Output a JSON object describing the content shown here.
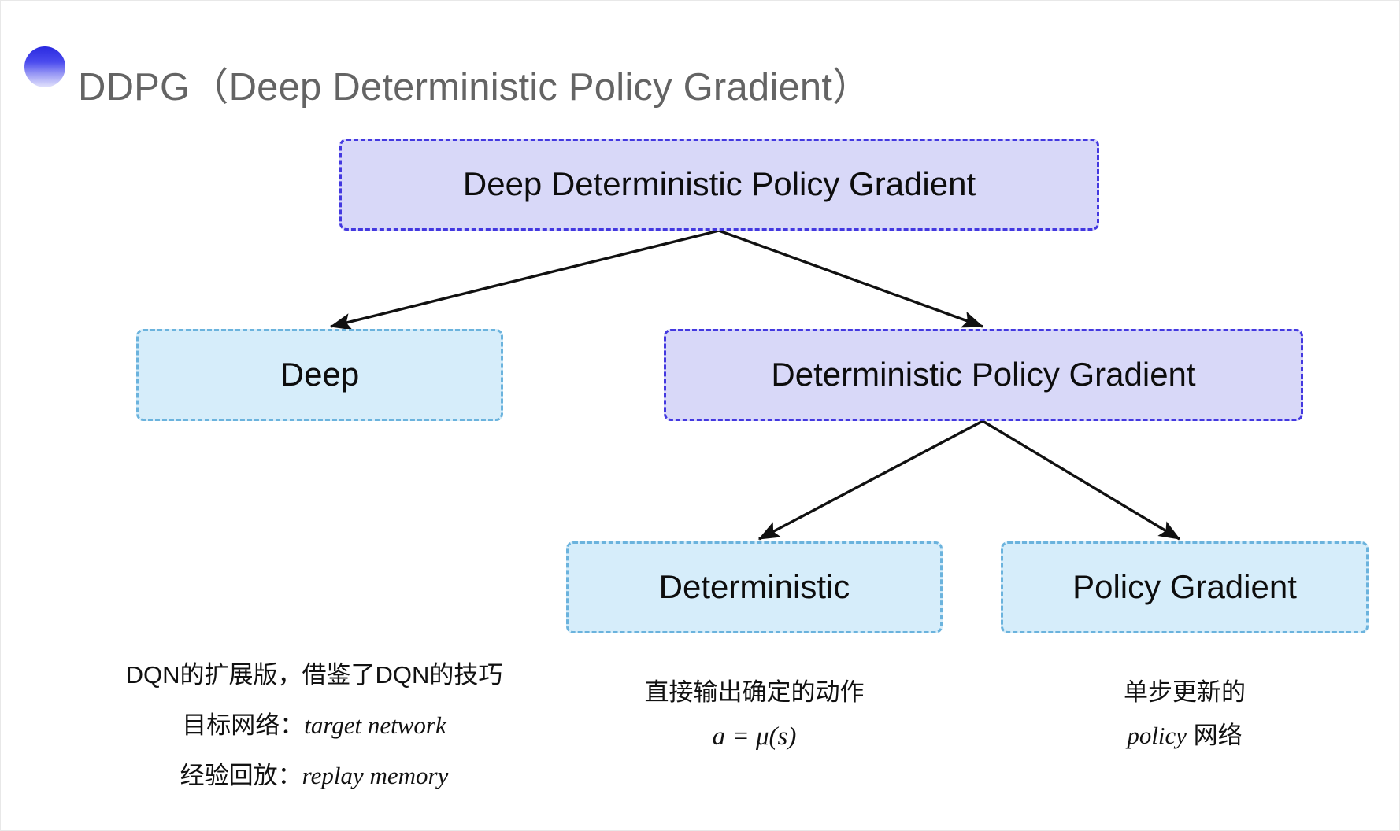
{
  "slide": {
    "title": "DDPG（Deep Deterministic Policy Gradient）",
    "accent_icon": "gradient-circle-bullet",
    "background_color": "#ffffff"
  },
  "colors": {
    "purple_fill": "#d8d8f8",
    "purple_border": "#4338e0",
    "cyan_fill": "#d6edfa",
    "cyan_border": "#6bb3dd",
    "title_text": "#646464",
    "body_text": "#111111",
    "arrow": "#111111"
  },
  "diagram": {
    "type": "tree",
    "nodes": [
      {
        "id": "root",
        "label": "Deep Deterministic Policy Gradient",
        "style": "purple",
        "level": 0
      },
      {
        "id": "deep",
        "label": "Deep",
        "style": "cyan",
        "level": 1
      },
      {
        "id": "dpg",
        "label": "Deterministic Policy Gradient",
        "style": "purple",
        "level": 1
      },
      {
        "id": "det",
        "label": "Deterministic",
        "style": "cyan",
        "level": 2
      },
      {
        "id": "pg",
        "label": "Policy Gradient",
        "style": "cyan",
        "level": 2
      }
    ],
    "edges": [
      {
        "from": "root",
        "to": "deep"
      },
      {
        "from": "root",
        "to": "dpg"
      },
      {
        "from": "dpg",
        "to": "det"
      },
      {
        "from": "dpg",
        "to": "pg"
      }
    ]
  },
  "captions": {
    "deep": {
      "line1": "DQN的扩展版，借鉴了DQN的技巧",
      "line2_label": "目标网络：",
      "line2_term": "target network",
      "line3_label": "经验回放：",
      "line3_term": "replay memory"
    },
    "deterministic": {
      "line1": "直接输出确定的动作",
      "formula": "a = μ(s)"
    },
    "policy_gradient": {
      "line1": "单步更新的",
      "line2_term": "policy",
      "line2_rest": " 网络"
    }
  }
}
